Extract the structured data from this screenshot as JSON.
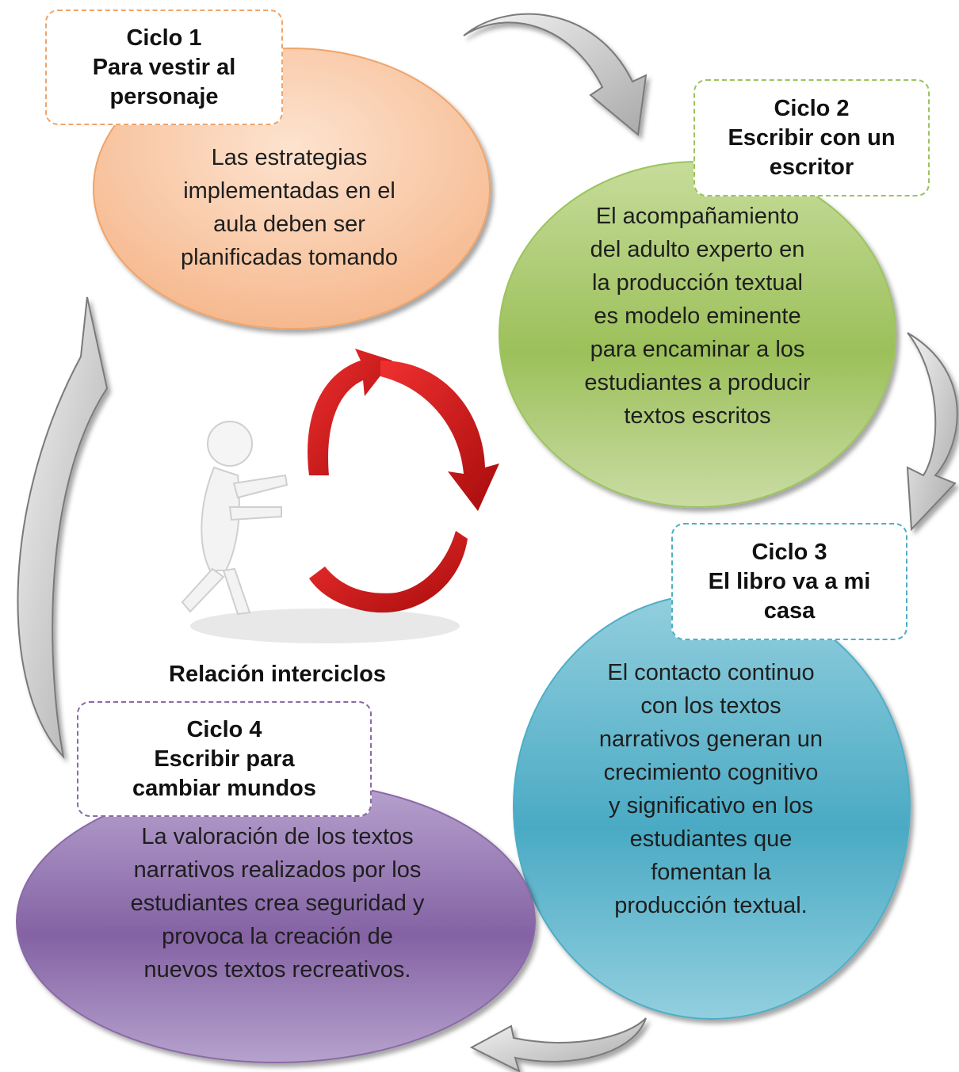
{
  "colors": {
    "cycle1": "#f6b98f",
    "cycle2": "#9bc15b",
    "cycle3": "#4aaec7",
    "cycle4": "#8b6aa8",
    "cycle1_border": "#f0a46a",
    "cycle2_border": "#9cc35e",
    "cycle3_border": "#4eaec6",
    "cycle4_border": "#8a6aa6",
    "arrow_fill": "#c8c8c8",
    "arrow_stroke": "#7a7a7a",
    "cycle_arrow_red": "#d41515"
  },
  "cycles": [
    {
      "title_lines": [
        "Ciclo 1",
        "Para vestir al",
        "personaje"
      ],
      "body_lines": [
        "Las estrategias",
        "implementadas en el",
        "aula deben ser",
        "planificadas tomando"
      ]
    },
    {
      "title_lines": [
        "Ciclo 2",
        "Escribir con un",
        "escritor"
      ],
      "body_lines": [
        "El acompañamiento",
        "del adulto experto en",
        "la producción textual",
        "es modelo eminente",
        "para encaminar a los",
        "estudiantes a producir",
        "textos escritos"
      ]
    },
    {
      "title_lines": [
        "Ciclo 3",
        "El libro va a mi",
        "casa"
      ],
      "body_lines": [
        "El contacto continuo",
        "con los textos",
        "narrativos generan un",
        "crecimiento cognitivo",
        "y significativo en los",
        "estudiantes que",
        "fomentan la",
        "producción textual."
      ]
    },
    {
      "title_lines": [
        "Ciclo 4",
        "Escribir para",
        "cambiar mundos"
      ],
      "body_lines": [
        "La valoración de los textos",
        "narrativos realizados por los",
        "estudiantes crea seguridad y",
        "provoca la creación de",
        "nuevos textos recreativos."
      ]
    }
  ],
  "center": {
    "label": "Relación interciclos",
    "image": "person-pushing-red-cycle-arrows"
  }
}
